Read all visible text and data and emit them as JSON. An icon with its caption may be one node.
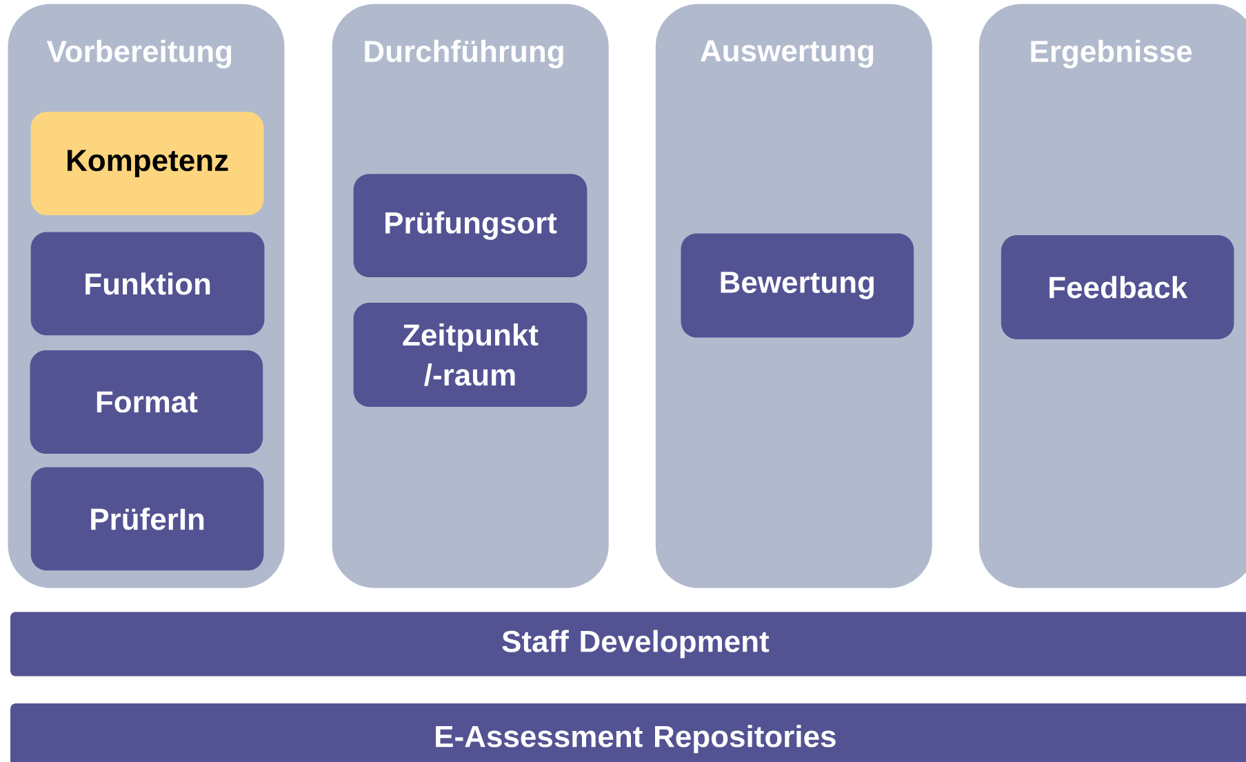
{
  "diagram": {
    "nodes": [
      {
        "text": [
          "Vorbereitung"
        ]
      },
      {
        "text": [
          "Kompetenz"
        ],
        "in": 0
      },
      {
        "text": [
          "Funktion"
        ],
        "in": 0
      },
      {
        "text": [
          "Format"
        ],
        "in": 0
      },
      {
        "text": [
          "PrüferIn"
        ],
        "in": 0
      },
      {
        "text": [
          "Durchführung"
        ]
      },
      {
        "text": [
          "Prüfungsort"
        ],
        "in": 5
      },
      {
        "text": [
          "Zeitpunkt /-raum"
        ],
        "in": 5
      },
      {
        "text": [
          "Auswertung"
        ]
      },
      {
        "text": [
          "Bewertung"
        ],
        "in": 8
      },
      {
        "text": [
          "Ergebnisse"
        ]
      },
      {
        "text": [
          "Feedback"
        ],
        "in": 10
      },
      {
        "text": [
          "Staff Development"
        ]
      },
      {
        "text": [
          "E-Assessment Repositories"
        ]
      }
    ]
  }
}
